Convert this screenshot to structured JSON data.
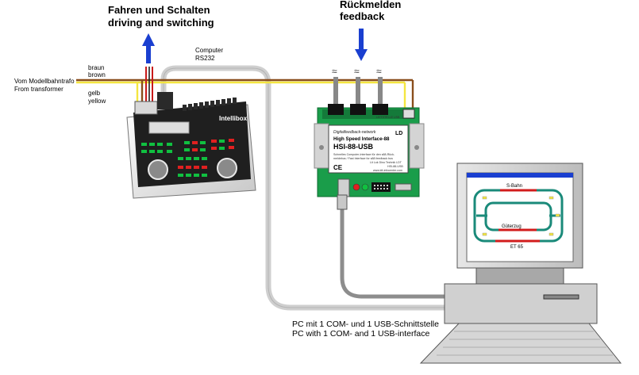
{
  "headings": {
    "driving_de": "Fahren und Schalten",
    "driving_en": "driving and switching",
    "feedback_de": "Rückmelden",
    "feedback_en": "feedback"
  },
  "wires": {
    "computer": "Computer",
    "rs232": "RS232",
    "braun": "braun",
    "brown": "brown",
    "gelb": "gelb",
    "yellow": "yellow",
    "transformer_de": "Vom Modellbahntrafo",
    "transformer_en": "From transformer"
  },
  "intellibox": {
    "brand": "Intellibox"
  },
  "hsi": {
    "small_top": "Digitalfeedback-network",
    "title": "High Speed Interface-88",
    "model": "HSI-88-USB",
    "desc_1": "Schnelles Computer-Interface für den s88-Rück-",
    "desc_2": "meldebus / Fast Interface for s88 feedback bus",
    "ce": "CE",
    "maker": "Lit Lok Dino Technik LDT",
    "code": "HSI-88-USB",
    "url": "www.ldt-infocenter.com",
    "connector": "LEITSTELLE USB"
  },
  "screen": {
    "sbahn": "S-Bahn",
    "gueterzug": "Güterzug",
    "et65": "ET 65"
  },
  "pc": {
    "line_de": "PC mit 1 COM- und 1 USB-Schnittstelle",
    "line_en": "PC with 1 COM- and 1 USB-interface"
  },
  "colors": {
    "arrow": "#1a3fd0",
    "yellow_wire": "#f4e640",
    "brown_wire": "#8a4e1c",
    "red_wire": "#c81a1a",
    "serial_cable": "#cfcfcf",
    "usb_cable": "#8d8d8d",
    "track": "#1a8a7a",
    "track_red": "#d21c1c",
    "led_green": "#10c040",
    "led_red": "#e02020"
  }
}
